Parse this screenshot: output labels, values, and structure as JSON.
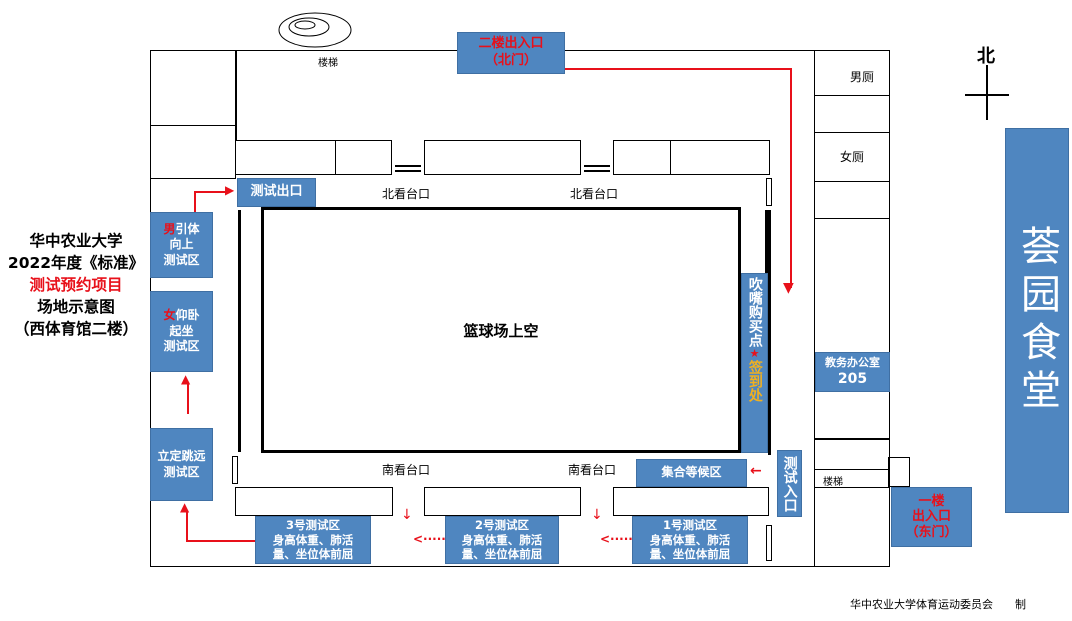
{
  "title": {
    "line1": "华中农业大学",
    "line2": "2022年度《标准》",
    "line3": "测试预约项目",
    "line4": "场地示意图",
    "line5": "（西体育馆二楼）"
  },
  "north_entrance": {
    "line1": "二楼出入口",
    "line2": "（北门）"
  },
  "north_label": "北",
  "canteen": "荟园食堂",
  "stairs_top": "楼梯",
  "stairs_right": "楼梯",
  "mens_toilet": "男厕",
  "womens_toilet": "女厕",
  "test_exit": "测试出口",
  "court": "篮球场上空",
  "north_stand": [
    "北看台口",
    "北看台口"
  ],
  "south_stand": [
    "南看台口",
    "南看台口"
  ],
  "pullup": {
    "gender": "男",
    "line1": "引体",
    "line2": "向上",
    "line3": "测试区"
  },
  "situp": {
    "gender": "女",
    "line1": "仰卧",
    "line2": "起坐",
    "line3": "测试区"
  },
  "longjump": {
    "line1": "立定跳远",
    "line2": "测试区"
  },
  "zones": [
    {
      "name": "3号测试区",
      "line2": "身高体重、肺活",
      "line3": "量、坐位体前屈"
    },
    {
      "name": "2号测试区",
      "line2": "身高体重、肺活",
      "line3": "量、坐位体前屈"
    },
    {
      "name": "1号测试区",
      "line2": "身高体重、肺活",
      "line3": "量、坐位体前屈"
    }
  ],
  "waiting": "集合等候区",
  "mouthpiece": "吹嘴购买点",
  "star": "★",
  "checkin": "签到处",
  "test_entrance": "测试入口",
  "office": {
    "line1": "教务办公室",
    "line2": "205"
  },
  "east_entrance": {
    "line1": "一楼",
    "line2": "出入口",
    "line3": "（东门）"
  },
  "footer": "华中农业大学体育运动委员会　　制",
  "colors": {
    "blue": "#4f86c0",
    "red": "#e8101a",
    "orange": "#f0b020"
  }
}
